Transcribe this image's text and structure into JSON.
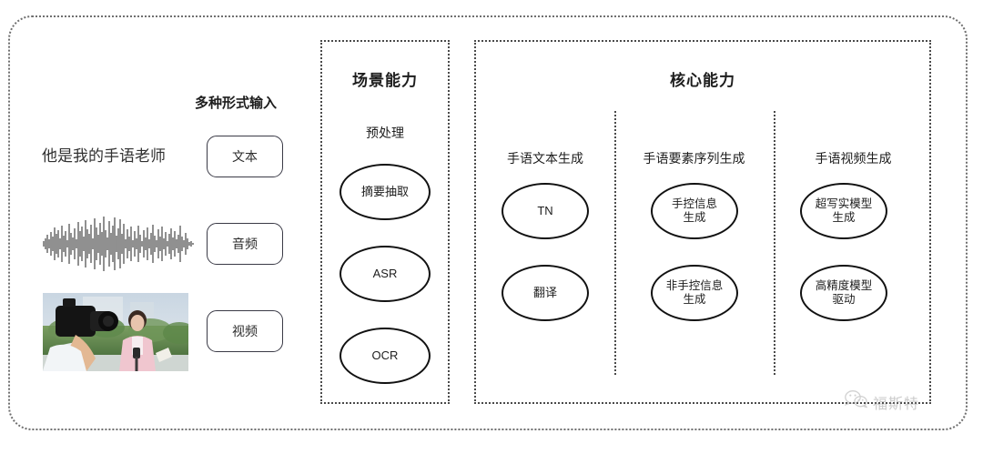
{
  "diagram": {
    "title_hidden": "",
    "input_section": {
      "header": "多种形式输入",
      "sample_text": "他是我的手语老师",
      "chips": [
        {
          "label": "文本",
          "modality": "text"
        },
        {
          "label": "音频",
          "modality": "audio"
        },
        {
          "label": "视频",
          "modality": "video"
        }
      ],
      "waveform_name": "audio-waveform",
      "thumbnail_name": "video-thumbnail"
    },
    "scene_panel": {
      "title": "场景能力",
      "section_label": "预处理",
      "nodes": [
        {
          "label": "摘要抽取"
        },
        {
          "label": "ASR"
        },
        {
          "label": "OCR"
        }
      ]
    },
    "core_panel": {
      "title": "核心能力",
      "columns": [
        {
          "label": "手语文本生成",
          "nodes": [
            {
              "label": "TN"
            },
            {
              "label": "翻译"
            }
          ]
        },
        {
          "label": "手语要素序列生成",
          "nodes": [
            {
              "label": "手控信息\n生成"
            },
            {
              "label": "非手控信息\n生成"
            }
          ]
        },
        {
          "label": "手语视频生成",
          "nodes": [
            {
              "label": "超写实模型\n生成"
            },
            {
              "label": "高精度模型\n驱动"
            }
          ]
        }
      ]
    },
    "watermark": {
      "icon": "wechat-icon",
      "text": "福斯特"
    },
    "colors": {
      "frame_border": "#6f6f6f",
      "panel_border": "#4a4a4a",
      "node_border": "#111111",
      "text": "#1d1d1d",
      "watermark": "#8d8d8d"
    }
  }
}
